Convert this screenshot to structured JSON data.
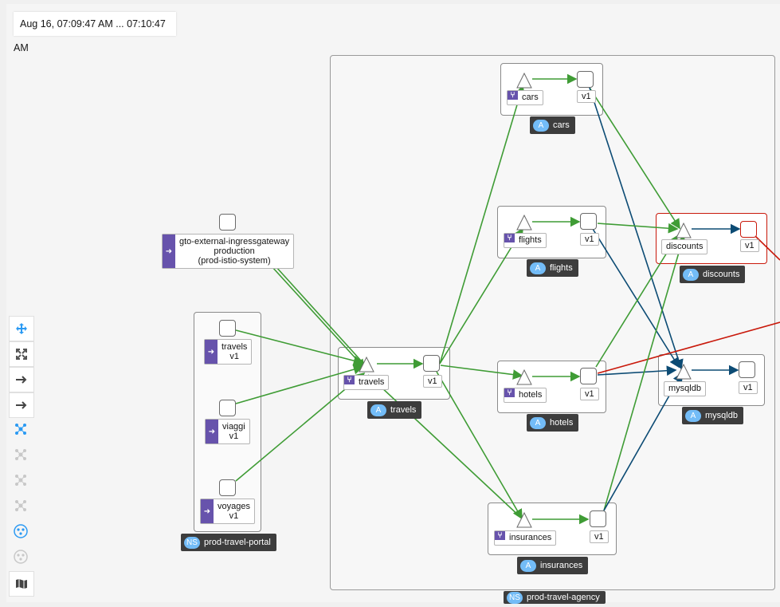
{
  "time_range": "Aug 16, 07:09:47 AM ... 07:10:47 AM",
  "colors": {
    "edge_green": "#3f9c35",
    "edge_blue": "#0c4b74",
    "edge_red": "#c9190b",
    "badge_purple": "#6753ac",
    "badge_blue": "#73bcf7"
  },
  "gateway": {
    "line1": "gto-external-ingressgateway",
    "line2": "production",
    "line3": "(prod-istio-system)"
  },
  "portal": {
    "namespace_badge": "NS",
    "namespace": "prod-travel-portal",
    "workloads": [
      {
        "name": "travels",
        "version": "v1"
      },
      {
        "name": "viaggi",
        "version": "v1"
      },
      {
        "name": "voyages",
        "version": "v1"
      }
    ]
  },
  "agency": {
    "namespace_badge": "NS",
    "namespace": "prod-travel-agency",
    "app_badge": "A",
    "apps": {
      "travels": {
        "service": "travels",
        "version": "v1",
        "app": "travels"
      },
      "cars": {
        "service": "cars",
        "version": "v1",
        "app": "cars"
      },
      "flights": {
        "service": "flights",
        "version": "v1",
        "app": "flights"
      },
      "hotels": {
        "service": "hotels",
        "version": "v1",
        "app": "hotels"
      },
      "insurances": {
        "service": "insurances",
        "version": "v1",
        "app": "insurances"
      },
      "discounts": {
        "service": "discounts",
        "version": "v1",
        "app": "discounts"
      },
      "mysqldb": {
        "service": "mysqldb",
        "version": "v1",
        "app": "mysqldb"
      }
    }
  },
  "toolbar": [
    "zoom-in-icon",
    "fit-to-screen-icon",
    "arrow-right-icon",
    "arrow-right-icon",
    "layout-default-icon",
    "layout-1-icon",
    "layout-2-icon",
    "layout-3-icon",
    "namespace-layout-icon",
    "namespace-layout-off-icon",
    "map-legend-icon"
  ]
}
